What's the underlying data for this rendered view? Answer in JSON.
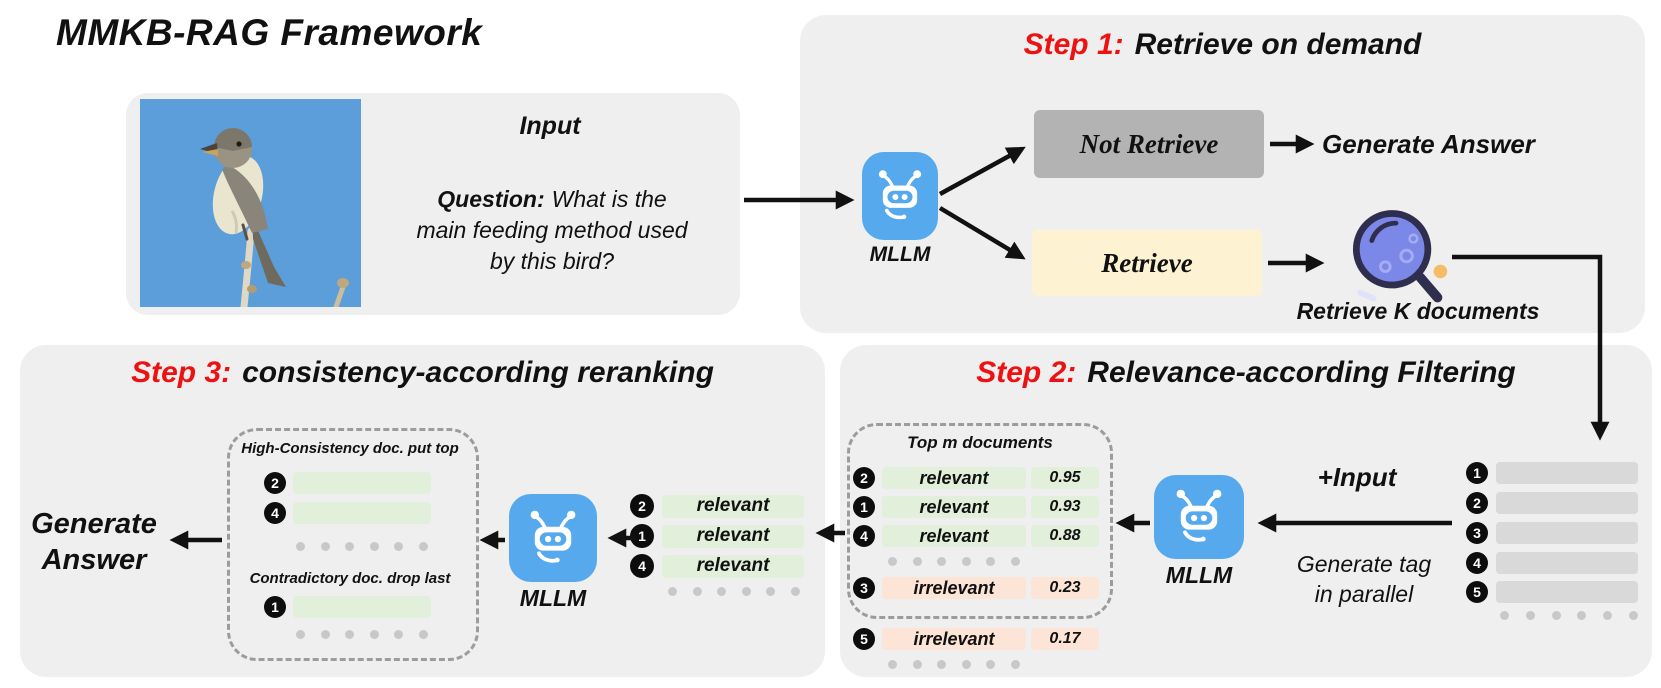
{
  "title": "MMKB-RAG Framework",
  "colors": {
    "step_accent_red": "#ee1111",
    "panel_bg": "#efefef",
    "mllm_blue": "#55a9ec",
    "relevant_green": "#e2efda",
    "irrelevant_orange": "#fce4d6",
    "doc_gray": "#d9d9d9",
    "not_retrieve_gray": "#b3b3b3",
    "retrieve_yellow": "#fdf2d2",
    "magnifier_lens": "#7c88e8"
  },
  "input_panel": {
    "heading": "Input",
    "question_label": "Question:",
    "question_rest": "What is the",
    "question_line2": "main feeding method used",
    "question_line3": "by this bird?",
    "image_desc": "bird perched on twig against blue sky"
  },
  "step1": {
    "step_label": "Step 1:",
    "step_title": "Retrieve on demand",
    "mllm_label": "MLLM",
    "not_retrieve_label": "Not Retrieve",
    "retrieve_label": "Retrieve",
    "generate_answer_label": "Generate Answer",
    "retrieve_k_label": "Retrieve K documents"
  },
  "step2": {
    "step_label": "Step 2:",
    "step_title": "Relevance-according Filtering",
    "box_title": "Top m documents",
    "rows": [
      {
        "num": "2",
        "tag": "relevant",
        "score": "0.95"
      },
      {
        "num": "1",
        "tag": "relevant",
        "score": "0.93"
      },
      {
        "num": "4",
        "tag": "relevant",
        "score": "0.88"
      },
      {
        "num": "3",
        "tag": "irrelevant",
        "score": "0.23"
      },
      {
        "num": "5",
        "tag": "irrelevant",
        "score": "0.17"
      }
    ],
    "mllm_label": "MLLM",
    "plus_input_label": "+Input",
    "generate_tag_line1": "Generate tag",
    "generate_tag_line2": "in parallel",
    "doc_list_nums": [
      "1",
      "2",
      "3",
      "4",
      "5"
    ]
  },
  "step3": {
    "step_label": "Step 3:",
    "step_title": "consistency-according reranking",
    "generate_answer_line1": "Generate",
    "generate_answer_line2": "Answer",
    "high_consistency_label": "High-Consistency doc. put top",
    "contradictory_label": "Contradictory doc. drop last",
    "top_doc_nums": [
      "2",
      "4"
    ],
    "dropped_doc_nums": [
      "1"
    ],
    "mllm_label": "MLLM",
    "tagged_rows": [
      {
        "num": "2",
        "tag": "relevant"
      },
      {
        "num": "1",
        "tag": "relevant"
      },
      {
        "num": "4",
        "tag": "relevant"
      }
    ]
  }
}
